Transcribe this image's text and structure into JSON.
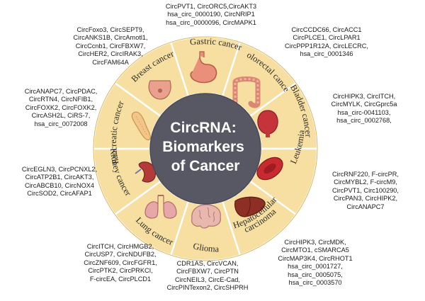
{
  "center_title": [
    "CircRNA:",
    "Biomarkers",
    "of Cancer"
  ],
  "colors": {
    "ring": "#f6dfa0",
    "ring_stroke": "#d7b764",
    "divider": "#ffffff",
    "center": "#585764",
    "center_text": "#ffffff"
  },
  "segments": [
    {
      "id": "gastric",
      "label": [
        "Gastric cancer"
      ],
      "icon": "stomach-icon",
      "biomarkers": [
        "CircPVT1, CircORC5,CircAKT3",
        "hsa_circ_0000190, CircNRIP1",
        "hsa_circ_0000096, CircMAPK1"
      ]
    },
    {
      "id": "colorectal",
      "label": [
        "Colorectal cancer"
      ],
      "icon": "colon-icon",
      "biomarkers": [
        "CircCCDC66, CircACC1",
        "CircPLCE1,  CircLPAR1",
        "CircPPP1R12A, CircLECRC,",
        "hsa_circ_0001346"
      ]
    },
    {
      "id": "bladder",
      "label": [
        "Bladder cancer"
      ],
      "icon": "bladder-icon",
      "biomarkers": [
        "CircHIPK3, CircITCH,",
        "CircMYLK, CircGprc5a",
        "hsa_circ-0041103,",
        "hsa_circ_0002768,"
      ]
    },
    {
      "id": "leukemia",
      "label": [
        "Leukemia"
      ],
      "icon": "blood-cell-icon",
      "biomarkers": [
        "CircRNF220, F-circPR,",
        "CircMYBL2, F-circM9,",
        "CircPVT1, Circ100290,",
        "CircPAN3, CircHIPK2,",
        "CircANAPC7"
      ]
    },
    {
      "id": "hepatocellular",
      "label": [
        "Hepatocellular",
        "carcinoma"
      ],
      "icon": "liver-icon",
      "biomarkers": [
        "CircHIPK3, CircMDK,",
        "CircMTO1, cSMARCA5",
        "CircMAP3K4, CircRHOT1",
        "hsa_circ_0001727,",
        "hsa_circ_0005075,",
        "hsa_circ_0003570"
      ]
    },
    {
      "id": "glioma",
      "label": [
        "Glioma"
      ],
      "icon": "brain-icon",
      "biomarkers": [
        "CDR1AS, CircVCAN,",
        "CircFBXW7, CircPTN",
        "CircNEIL3, CircE-Cad,",
        "CircPINTexon2, CircSHPRH"
      ]
    },
    {
      "id": "lung",
      "label": [
        "Lung cancer"
      ],
      "icon": "lungs-icon",
      "biomarkers": [
        "CircITCH, CircHMGB2,",
        "CircUSP7, CircNDUFB2,",
        "CircZNF609, CircFGFR1,",
        "CircPTK2, CircPRKCI,",
        "F-circEA, CircPLCD1"
      ]
    },
    {
      "id": "kidney",
      "label": [
        "Kidney cancer"
      ],
      "icon": "kidney-icon",
      "biomarkers": [
        "CircEGLN3, CircPCNXL2,",
        "CircATP2B1, CircAKT3,",
        "CircABCB10, CircNOX4",
        "CircSOD2,  CircAFAP1"
      ]
    },
    {
      "id": "pancreatic",
      "label": [
        "Pancreatic cancer"
      ],
      "icon": "pancreas-icon",
      "biomarkers": [
        "CircANAPC7, CircPDAC,",
        "CircRTN4, CircNFIB1,",
        "CircFOXK2, CircFOXK2,",
        "CircASH2L,  CiRS-7,",
        "hsa_circ_0072008"
      ]
    },
    {
      "id": "breast",
      "label": [
        "Breast cancer"
      ],
      "icon": "breast-icon",
      "biomarkers": [
        "CircFoxo3,  CircSEPT9,",
        "CircANKS1B, CircAmotl1,",
        "CircCcnb1, CircFBXW7,",
        "CircHER2, CircIRAK3,",
        "CircFAM64A"
      ]
    }
  ]
}
